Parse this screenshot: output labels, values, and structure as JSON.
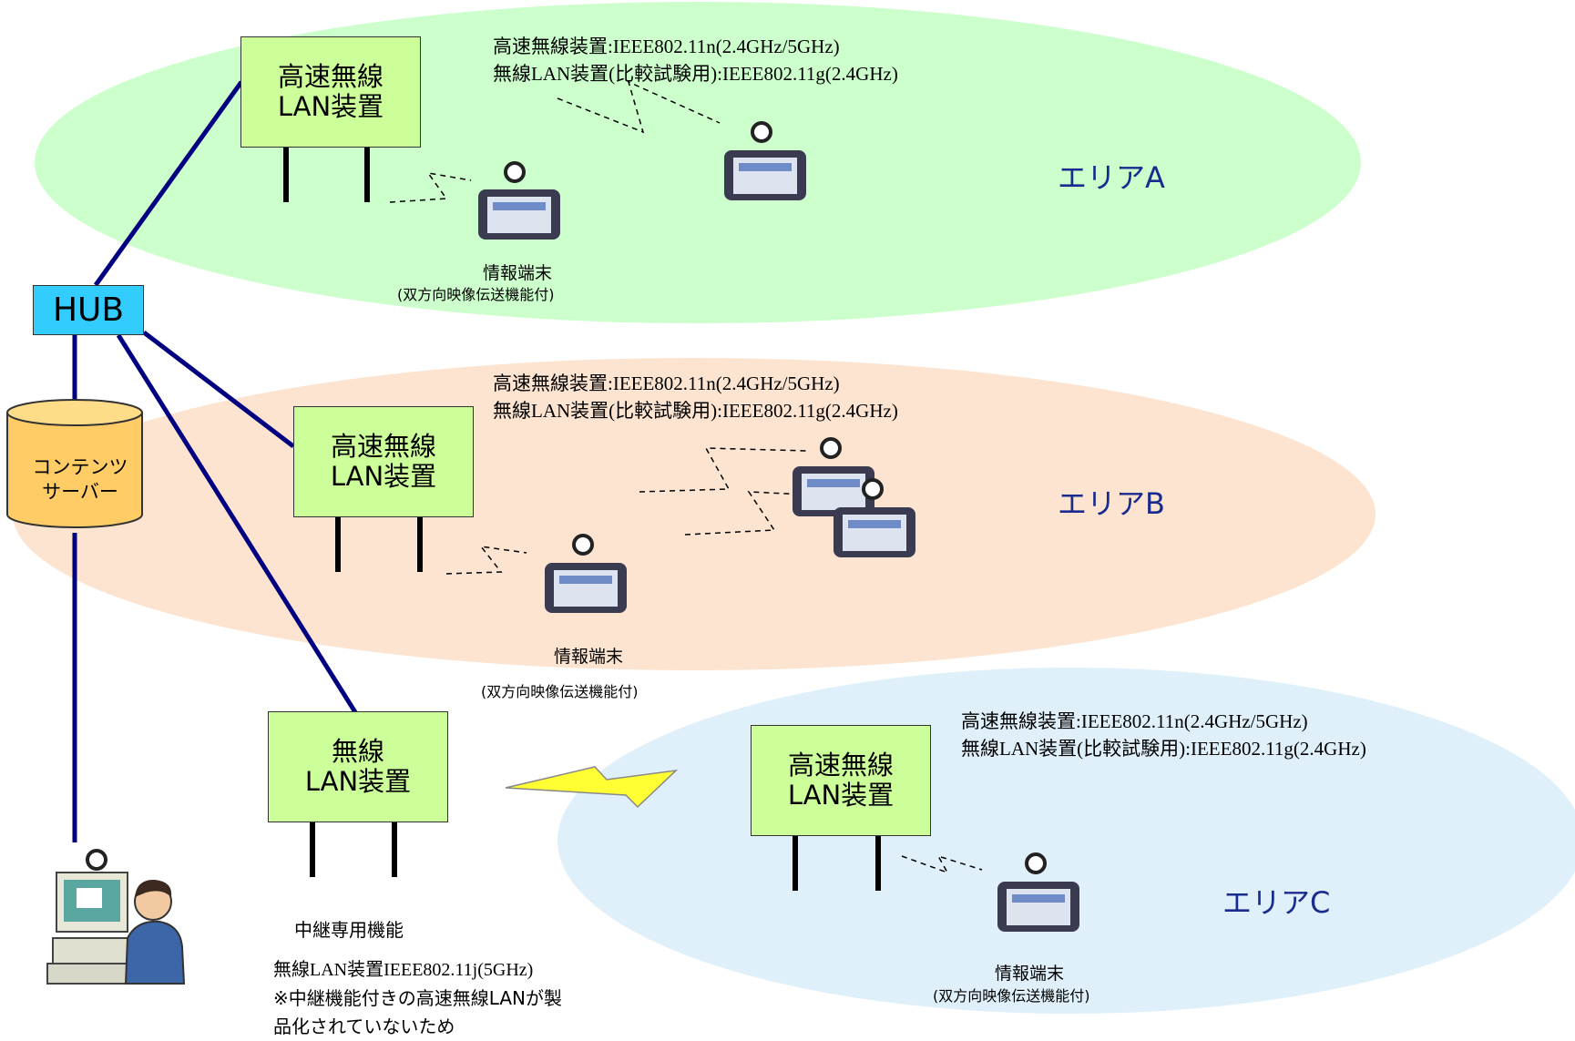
{
  "hub": {
    "label": "HUB"
  },
  "server": {
    "line1": "コンテンツ",
    "line2": "サーバー"
  },
  "areas": {
    "a": {
      "name": "エリアA",
      "color": "#ccffcc"
    },
    "b": {
      "name": "エリアB",
      "color": "#fce4d0"
    },
    "c": {
      "name": "エリアC",
      "color": "#dff0fb"
    }
  },
  "devices": {
    "fast_ap_line1": "高速無線",
    "fast_ap_line2": "LAN装置",
    "relay_ap_line1": "無線",
    "relay_ap_line2": "LAN装置"
  },
  "spec": {
    "line1": "高速無線装置:IEEE802.11n(2.4GHz/5GHz)",
    "line2": "無線LAN装置(比較試験用):IEEE802.11g(2.4GHz)"
  },
  "terminal": {
    "label": "情報端末",
    "sub": "(双方向映像伝送機能付)"
  },
  "relay_note": {
    "title": "中継専用機能",
    "line1": "無線LAN装置IEEE802.11j(5GHz)",
    "line2": "※中継機能付きの高速無線LANが製",
    "line3": "品化されていないため"
  },
  "colors": {
    "cable": "#000080",
    "device": "#ccff99",
    "hub": "#33ccff",
    "server": "#ffcc66",
    "bolt": "#ffff33",
    "area_text": "#1a2b8f"
  }
}
